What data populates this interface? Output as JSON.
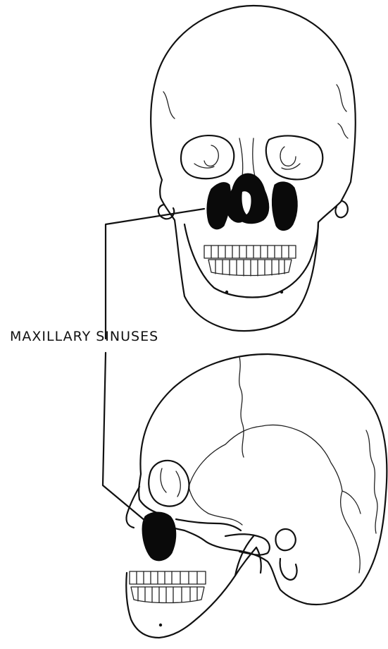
{
  "label": {
    "text": "MAXILLARY SINUSES"
  },
  "colors": {
    "line": "#111111",
    "sinus_fill": "#0a0a0a",
    "background": "#ffffff"
  },
  "views": [
    "frontal-skull-view",
    "lateral-skull-view"
  ]
}
